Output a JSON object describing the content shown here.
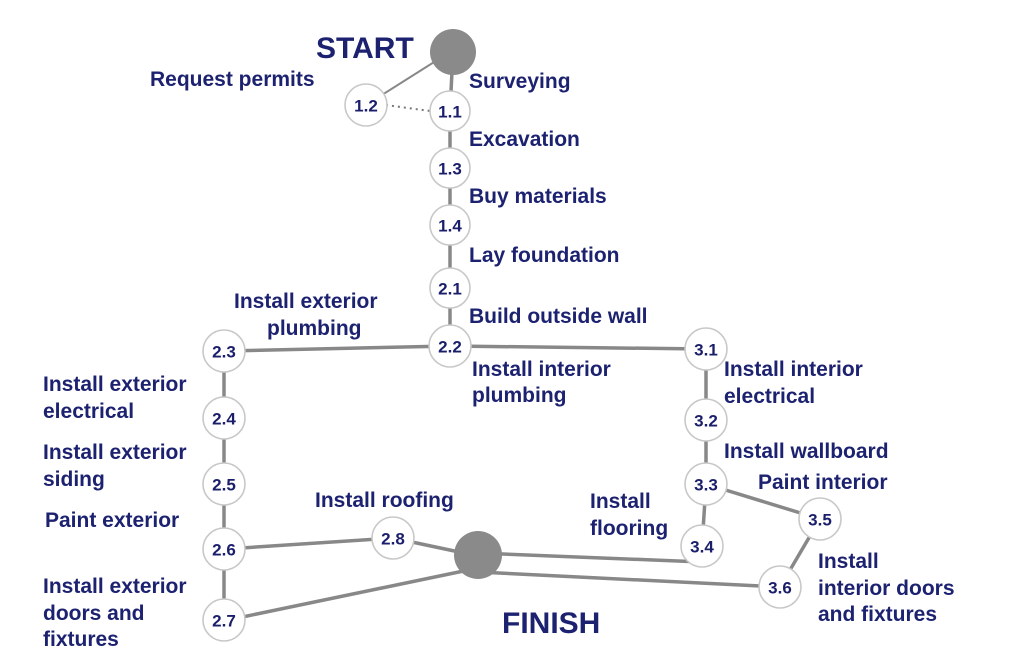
{
  "start_label": "START",
  "finish_label": "FINISH",
  "nodes": {
    "n1_1": "1.1",
    "n1_2": "1.2",
    "n1_3": "1.3",
    "n1_4": "1.4",
    "n2_1": "2.1",
    "n2_2": "2.2",
    "n2_3": "2.3",
    "n2_4": "2.4",
    "n2_5": "2.5",
    "n2_6": "2.6",
    "n2_7": "2.7",
    "n2_8": "2.8",
    "n3_1": "3.1",
    "n3_2": "3.2",
    "n3_3": "3.3",
    "n3_4": "3.4",
    "n3_5": "3.5",
    "n3_6": "3.6"
  },
  "labels": {
    "surveying": "Surveying",
    "request_permits": "Request permits",
    "excavation": "Excavation",
    "buy_materials": "Buy materials",
    "lay_foundation": "Lay foundation",
    "build_outside_wall": "Build outside wall",
    "ext_plumbing_1": "Install exterior",
    "ext_plumbing_2": "plumbing",
    "int_plumbing_1": "Install interior",
    "int_plumbing_2": "plumbing",
    "int_electrical_1": "Install interior",
    "int_electrical_2": "electrical",
    "ext_electrical_1": "Install exterior",
    "ext_electrical_2": "electrical",
    "ext_siding_1": "Install exterior",
    "ext_siding_2": "siding",
    "wallboard": "Install wallboard",
    "paint_interior": "Paint interior",
    "paint_exterior": "Paint exterior",
    "roofing": "Install roofing",
    "flooring_1": "Install",
    "flooring_2": "flooring",
    "ext_doors_1": "Install exterior",
    "ext_doors_2": "doors and",
    "ext_doors_3": "fixtures",
    "int_doors_1": "Install",
    "int_doors_2": "interior doors",
    "int_doors_3": "and fixtures"
  }
}
